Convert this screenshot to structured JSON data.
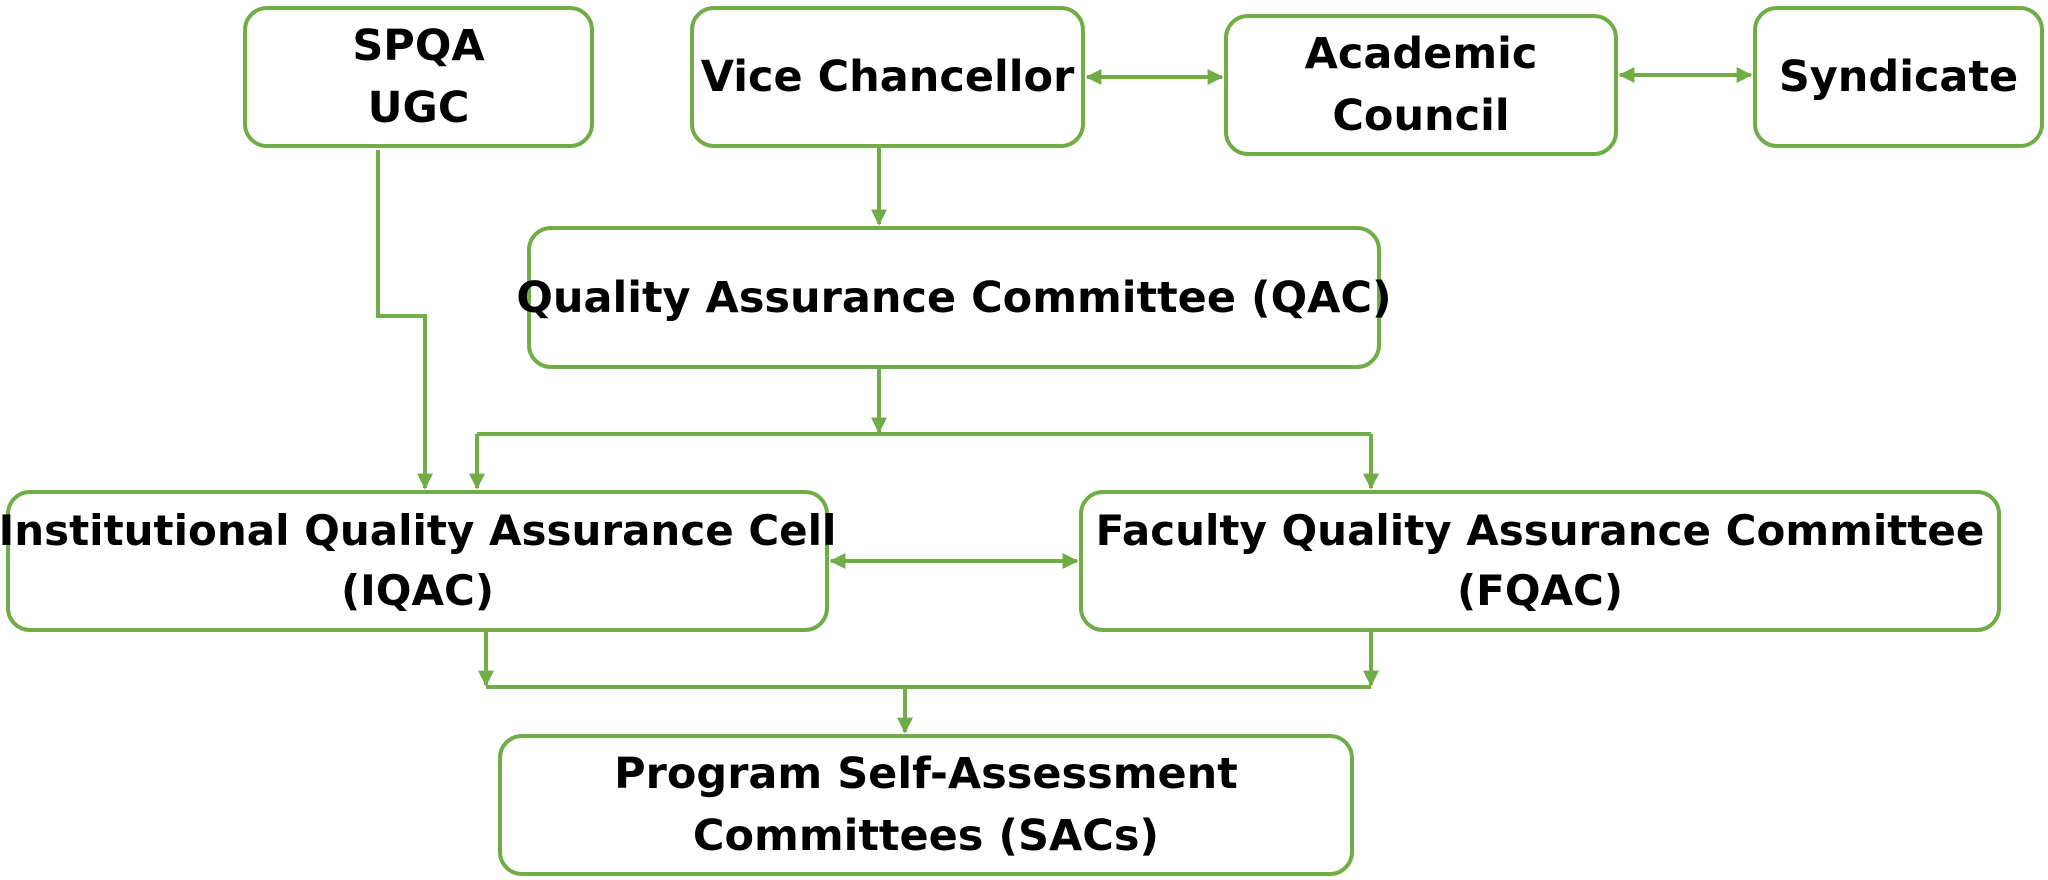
{
  "colors": {
    "border": "#70ad47",
    "connector": "#70ad47",
    "text": "#000000",
    "background": "#ffffff"
  },
  "nodes": {
    "spqa": {
      "line1": "SPQA",
      "line2": "UGC"
    },
    "vice_chancellor": {
      "line1": "Vice Chancellor"
    },
    "academic_council": {
      "line1": "Academic",
      "line2": "Council"
    },
    "syndicate": {
      "line1": "Syndicate"
    },
    "qac": {
      "line1": "Quality Assurance Committee (QAC)"
    },
    "iqac": {
      "line1": "Institutional Quality Assurance Cell",
      "line2": "(IQAC)"
    },
    "fqac": {
      "line1": "Faculty Quality Assurance Committee",
      "line2": "(FQAC)"
    },
    "sac": {
      "line1": "Program Self-Assessment",
      "line2": "Committees (SACs)"
    }
  },
  "edges": [
    {
      "from": "vice_chancellor",
      "to": "academic_council",
      "direction": "both"
    },
    {
      "from": "academic_council",
      "to": "syndicate",
      "direction": "both"
    },
    {
      "from": "vice_chancellor",
      "to": "qac",
      "direction": "forward"
    },
    {
      "from": "qac",
      "to": "iqac",
      "direction": "forward"
    },
    {
      "from": "qac",
      "to": "fqac",
      "direction": "forward"
    },
    {
      "from": "spqa",
      "to": "iqac",
      "direction": "forward"
    },
    {
      "from": "iqac",
      "to": "fqac",
      "direction": "both"
    },
    {
      "from": "iqac",
      "to": "sac",
      "direction": "forward"
    },
    {
      "from": "fqac",
      "to": "sac",
      "direction": "forward"
    }
  ]
}
